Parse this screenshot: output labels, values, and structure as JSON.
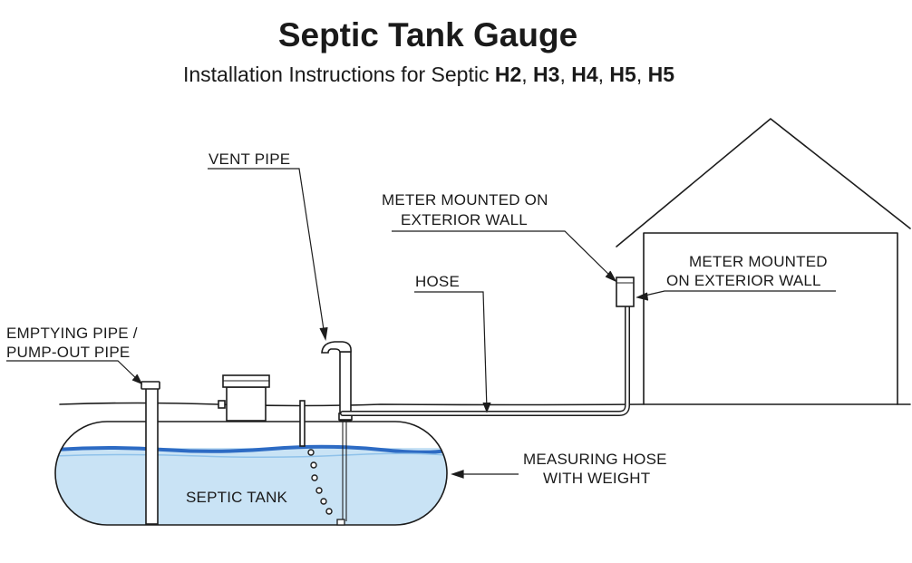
{
  "title": "Septic Tank Gauge",
  "subtitle": {
    "prefix": "Installation Instructions for Septic ",
    "models": [
      "H2",
      "H3",
      "H4",
      "H5",
      "H5"
    ],
    "separator": ", "
  },
  "labels": {
    "vent_pipe": "VENT PIPE",
    "meter_callout_line1": "METER MOUNTED ON",
    "meter_callout_line2": "EXTERIOR WALL",
    "hose": "HOSE",
    "meter_wall_line1": "METER MOUNTED",
    "meter_wall_line2": "ON EXTERIOR WALL",
    "emptying_pipe_line1": "EMPTYING PIPE /",
    "emptying_pipe_line2": "PUMP-OUT PIPE",
    "septic_tank": "SEPTIC TANK",
    "measuring_hose_line1": "MEASURING HOSE",
    "measuring_hose_line2": "WITH WEIGHT"
  },
  "colors": {
    "water": "#c9e3f5",
    "water_surface": "#2d6bc4",
    "line": "#1c1c1c"
  }
}
